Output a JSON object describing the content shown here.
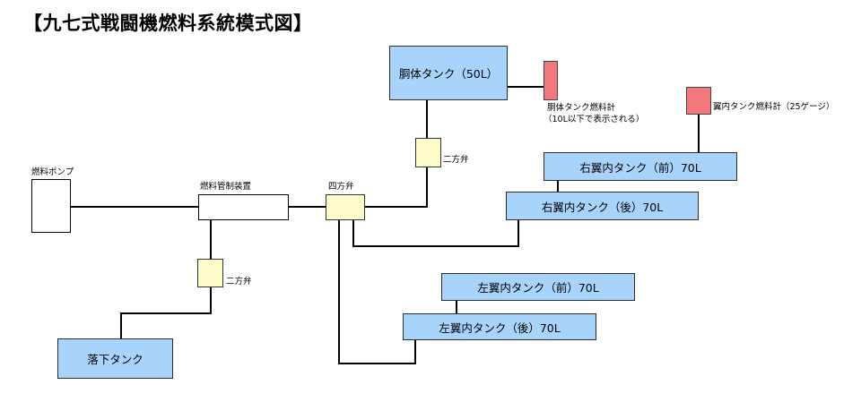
{
  "title": "【九七式戦闘機燃料系統模式図】",
  "labels": {
    "fuel_pump": "燃料ポンプ",
    "fuel_control": "燃料管制装置",
    "four_way_valve": "四方弁",
    "two_way_valve_top": "二方弁",
    "two_way_valve_left": "二方弁",
    "fuselage_gauge_line1": "胴体タンク燃料計",
    "fuselage_gauge_line2": "（10L以下で表示される）",
    "wing_gauge": "翼内タンク燃料計（25ゲージ）"
  },
  "tanks": {
    "fuselage": "胴体タンク（50L）",
    "right_front": "右翼内タンク（前）70L",
    "right_rear": "右翼内タンク（後）70L",
    "left_front": "左翼内タンク（前）70L",
    "left_rear": "左翼内タンク（後）70L",
    "drop": "落下タンク"
  },
  "colors": {
    "tank_fill": "#a8d3fb",
    "valve_fill": "#fffccb",
    "gauge_fill": "#f4787b",
    "pipe": "#000000"
  }
}
